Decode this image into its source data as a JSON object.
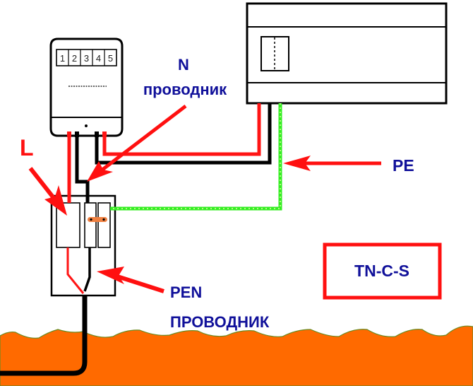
{
  "diagram": {
    "title": "TN-C-S grounding system wiring",
    "labels": {
      "L": "L",
      "N_top": "N",
      "N_bottom": "проводник",
      "PE": "PE",
      "PEN_top": "PEN",
      "PEN_bottom": "ПРОВОДНИК",
      "system": "TN-C-S"
    },
    "meter": {
      "digits": [
        "1",
        "2",
        "3",
        "4",
        "5"
      ]
    },
    "colors": {
      "phase_wire": "#ff1414",
      "neutral_wire": "#000000",
      "pe_wire": "#33ee22",
      "pe_wire_dots": "#d8ff9a",
      "arrow": "#ff1010",
      "label_text": "#10109a",
      "ground": "#ff6a00",
      "ground_edge": "#6a8a20",
      "jumper": "#f08040",
      "system_box_border": "#ff1010"
    }
  }
}
